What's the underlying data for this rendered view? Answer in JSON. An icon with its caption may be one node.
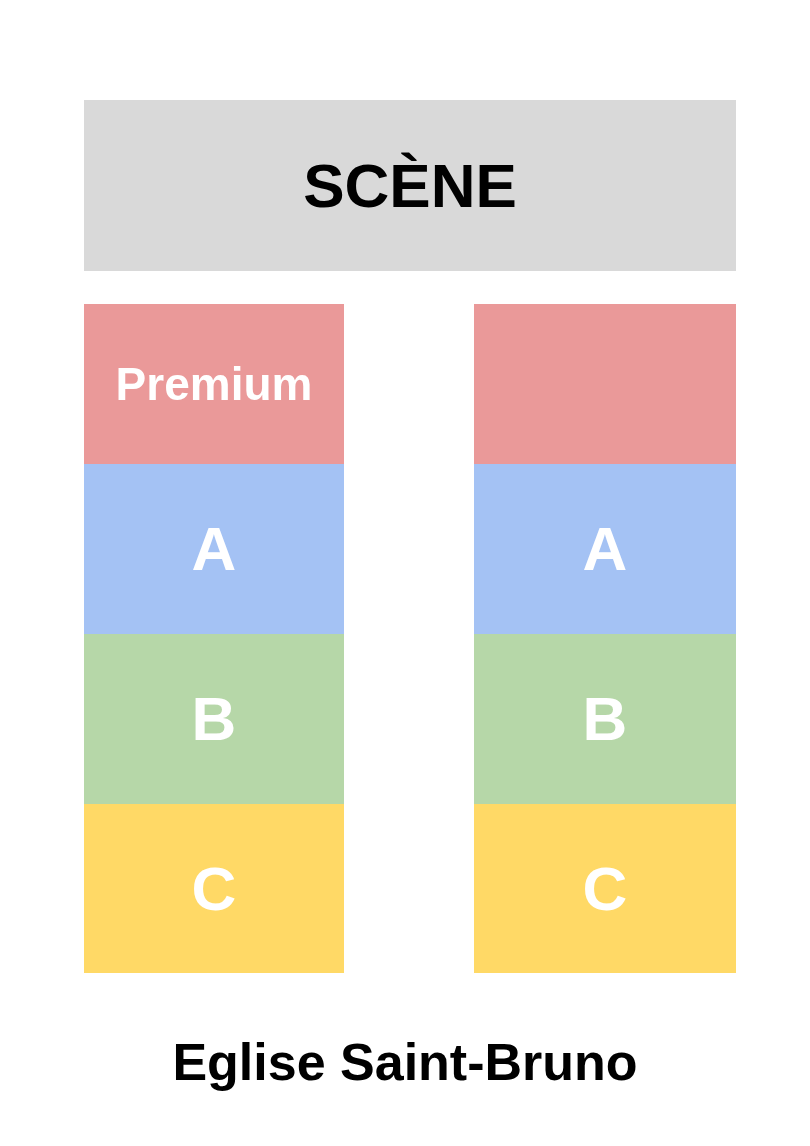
{
  "diagram": {
    "nodes": [
      {
        "text": [
          "SCÈNE"
        ]
      },
      {
        "text": [
          "Premium"
        ]
      },
      {
        "text": [
          "A"
        ]
      },
      {
        "text": [
          "B"
        ]
      },
      {
        "text": [
          "C"
        ]
      },
      {
        "text": [],
        "shape": "box"
      },
      {
        "text": [
          "A"
        ]
      },
      {
        "text": [
          "B"
        ]
      },
      {
        "text": [
          "C"
        ]
      }
    ],
    "edges": [],
    "caption": "Eglise Saint-Bruno"
  }
}
